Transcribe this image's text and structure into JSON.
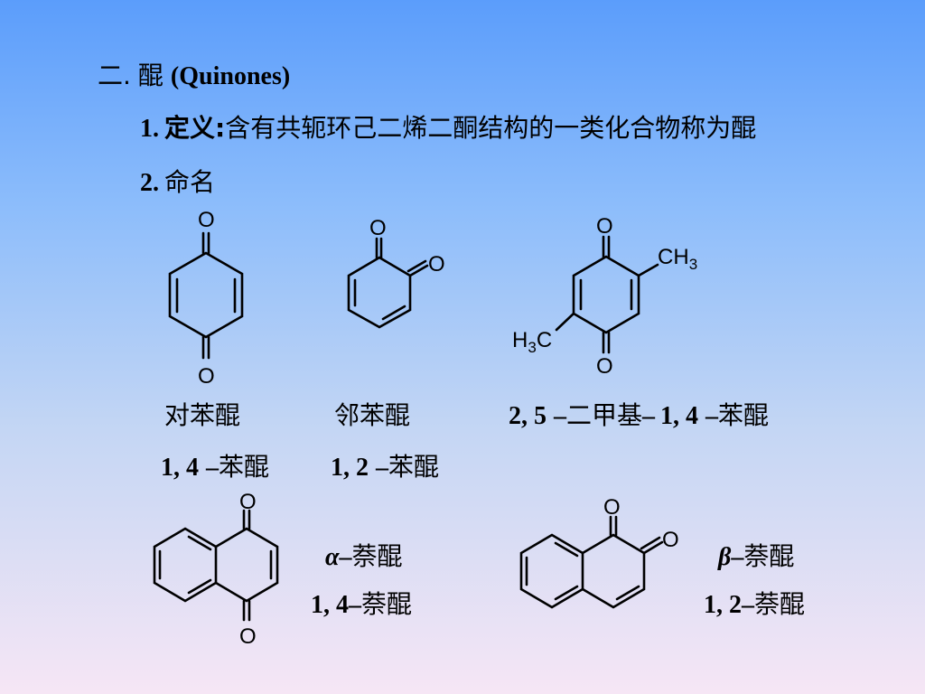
{
  "heading": {
    "prefix": "二.",
    "word": "醌",
    "english": "(Quinones)"
  },
  "definition": {
    "num": "1.",
    "label": "定义:",
    "text": "含有共轭环己二烯二酮结构的一类化合物称为醌"
  },
  "naming": {
    "num": "2.",
    "text": "命名"
  },
  "compounds": {
    "p_benzoquinone": {
      "common": "对苯醌",
      "systematic_num": "1, 4",
      "systematic_dash": "–",
      "systematic_name": "苯醌"
    },
    "o_benzoquinone": {
      "common": "邻苯醌",
      "systematic_num": "1, 2",
      "systematic_dash": "–",
      "systematic_name": "苯醌"
    },
    "dimethyl": {
      "p1": "2, 5",
      "d1": "–",
      "c1": "二甲基",
      "d2": "–",
      "p2": "1, 4",
      "d3": "–",
      "c2": "苯醌"
    },
    "alpha_naphthoquinone": {
      "greek": "α",
      "dash": "–",
      "name": "萘醌",
      "systematic_num": "1, 4",
      "systematic_dash": "–",
      "systematic_name": "萘醌"
    },
    "beta_naphthoquinone": {
      "greek": "β",
      "dash": "–",
      "name": "萘醌",
      "systematic_num": "1, 2",
      "systematic_dash": "–",
      "systematic_name": "萘醌"
    }
  },
  "atoms": {
    "oxygen": "O",
    "carbon": "C",
    "hydrogen": "H",
    "subscript": "3"
  }
}
